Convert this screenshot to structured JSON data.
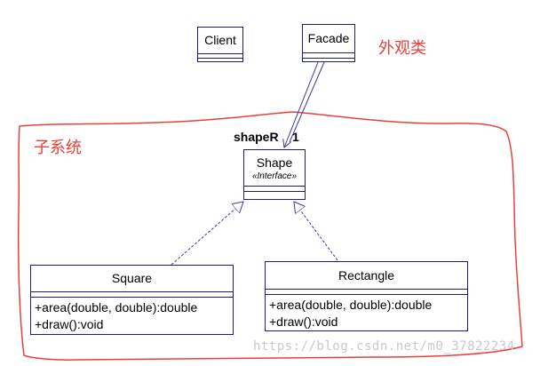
{
  "client": {
    "name": "Client"
  },
  "facade": {
    "name": "Facade"
  },
  "annotations": {
    "facade_note": "外观类",
    "subsystem_note": "子系统"
  },
  "association": {
    "role": "shapeR",
    "multiplicity": "1"
  },
  "shape": {
    "name": "Shape",
    "stereotype": "«Interface»"
  },
  "square": {
    "name": "Square",
    "operations": [
      "+area(double, double):double",
      "+draw():void"
    ]
  },
  "rectangle": {
    "name": "Rectangle",
    "operations": [
      "+area(double, double):double",
      "+draw():void"
    ]
  },
  "watermark": "https://blog.csdn.net/m0_37822234",
  "colors": {
    "box_border": "#1e1e6e",
    "annotation_red": "#e8413a",
    "connector": "#3a3aa0"
  }
}
